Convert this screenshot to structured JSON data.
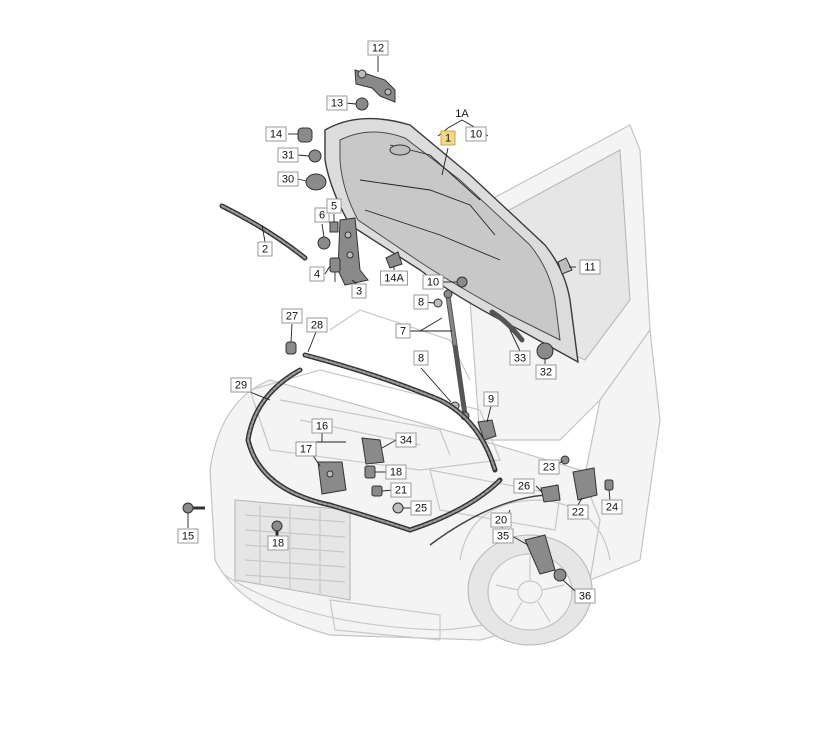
{
  "callouts": [
    {
      "id": "12",
      "label": "12"
    },
    {
      "id": "13",
      "label": "13"
    },
    {
      "id": "14",
      "label": "14"
    },
    {
      "id": "31",
      "label": "31"
    },
    {
      "id": "30",
      "label": "30"
    },
    {
      "id": "2",
      "label": "2"
    },
    {
      "id": "6",
      "label": "6"
    },
    {
      "id": "5",
      "label": "5"
    },
    {
      "id": "4",
      "label": "4"
    },
    {
      "id": "3",
      "label": "3"
    },
    {
      "id": "14a",
      "label": "14A"
    },
    {
      "id": "1",
      "label": "1",
      "highlighted": true
    },
    {
      "id": "1a-10",
      "label": "10"
    },
    {
      "id": "11",
      "label": "11"
    },
    {
      "id": "10",
      "label": "10"
    },
    {
      "id": "8-top",
      "label": "8"
    },
    {
      "id": "7",
      "label": "7"
    },
    {
      "id": "8-bottom",
      "label": "8"
    },
    {
      "id": "27",
      "label": "27"
    },
    {
      "id": "28",
      "label": "28"
    },
    {
      "id": "33",
      "label": "33"
    },
    {
      "id": "32",
      "label": "32"
    },
    {
      "id": "29",
      "label": "29"
    },
    {
      "id": "9",
      "label": "9"
    },
    {
      "id": "16",
      "label": "16"
    },
    {
      "id": "34",
      "label": "34"
    },
    {
      "id": "17",
      "label": "17"
    },
    {
      "id": "18-upper",
      "label": "18"
    },
    {
      "id": "21",
      "label": "21"
    },
    {
      "id": "25",
      "label": "25"
    },
    {
      "id": "23",
      "label": "23"
    },
    {
      "id": "26",
      "label": "26"
    },
    {
      "id": "22",
      "label": "22"
    },
    {
      "id": "24",
      "label": "24"
    },
    {
      "id": "20",
      "label": "20"
    },
    {
      "id": "35",
      "label": "35"
    },
    {
      "id": "15",
      "label": "15"
    },
    {
      "id": "18-lower",
      "label": "18"
    },
    {
      "id": "36",
      "label": "36"
    }
  ],
  "group_labels": {
    "1a": "1A"
  },
  "colors": {
    "highlight": "#f2d98a",
    "callout_border": "#9a9a9a",
    "line": "#222222"
  }
}
